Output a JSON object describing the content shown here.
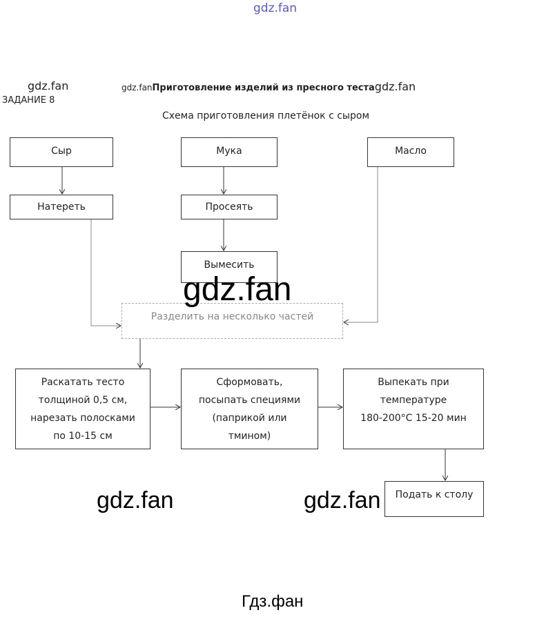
{
  "watermarks": {
    "top": "gdz.fan",
    "left": "gdz.fan",
    "title_left": "gdz.fan",
    "title_right": "gdz.fan",
    "center": "gdz.fan",
    "bottom_left": "gdz.fan",
    "bottom_right": "gdz.fan",
    "footer": "Гдз.фан"
  },
  "task_label": "ЗАДАНИЕ 8",
  "title": "Приготовление изделий из пресного теста",
  "subtitle": "Схема приготовления плетёнок с сыром",
  "boxes": {
    "cheese": "Сыр",
    "flour": "Мука",
    "butter": "Масло",
    "grate": "Натереть",
    "sift": "Просеять",
    "knead": "Вымесить",
    "divide": "Разделить на несколько частей",
    "roll": [
      "Раскатать тесто",
      "толщиной 0,5 см,",
      "нарезать полосками",
      "по 10-15 см"
    ],
    "shape": [
      "Сформовать,",
      "посыпать специями",
      "(паприкой или",
      "тмином)"
    ],
    "bake": [
      "Выпекать при",
      "температуре",
      "180-200°C 15-20 мин"
    ],
    "serve": "Подать к столу"
  }
}
